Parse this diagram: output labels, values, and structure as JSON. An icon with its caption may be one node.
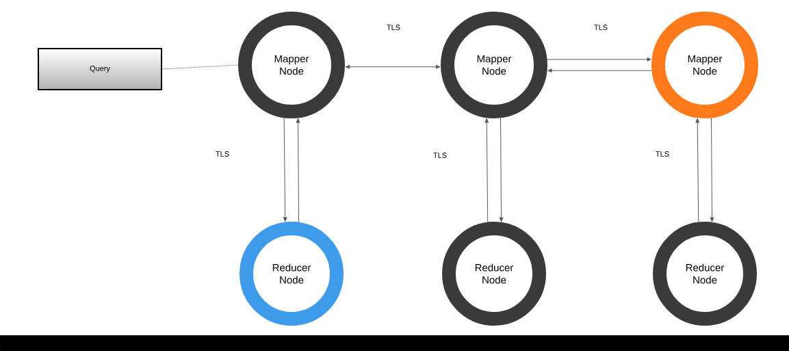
{
  "diagram": {
    "nodes": [
      {
        "text": [
          "Query"
        ]
      },
      {
        "text": [
          "Mapper Node"
        ]
      },
      {
        "text": [
          "Mapper Node"
        ]
      },
      {
        "text": [
          "Mapper Node"
        ]
      },
      {
        "text": [
          "Reducer Node"
        ]
      },
      {
        "text": [
          "Reducer Node"
        ]
      },
      {
        "text": [
          "Reducer Node"
        ]
      }
    ],
    "edges": [
      {
        "from": 0,
        "to": 1,
        "arrow": "none",
        "style": "dashed"
      },
      {
        "from": 1,
        "to": 2,
        "arrow": "both"
      },
      {
        "from": 2,
        "to": 3,
        "arrow": "to"
      },
      {
        "from": 3,
        "to": 2,
        "arrow": "to"
      },
      {
        "from": 1,
        "to": 4,
        "arrow": "to"
      },
      {
        "from": 4,
        "to": 1,
        "arrow": "to"
      },
      {
        "from": 5,
        "to": 2,
        "arrow": "to"
      },
      {
        "from": 2,
        "to": 5,
        "arrow": "to"
      },
      {
        "from": 6,
        "to": 3,
        "arrow": "to"
      },
      {
        "from": 3,
        "to": 6,
        "arrow": "to"
      }
    ],
    "labels": [
      "TLS",
      "TLS",
      "TLS",
      "TLS",
      "TLS"
    ]
  }
}
